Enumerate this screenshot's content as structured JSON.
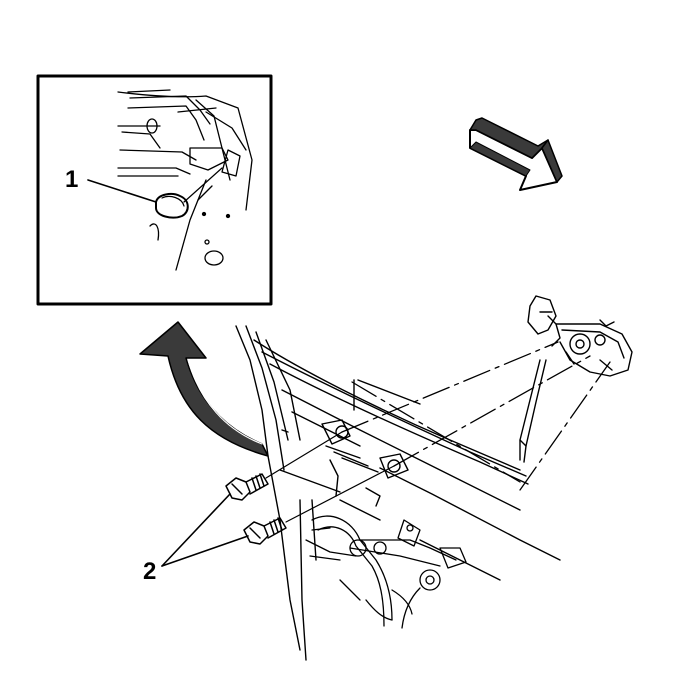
{
  "callouts": [
    {
      "id": "1",
      "label": "1"
    },
    {
      "id": "2",
      "label": "2"
    }
  ],
  "colors": {
    "line": "#000000",
    "fill": "#ffffff",
    "shade": "#3a3a3a"
  },
  "icons": [
    "direction-arrow-icon",
    "detail-view-arrow-icon",
    "bolt-icon",
    "plug-icon"
  ]
}
